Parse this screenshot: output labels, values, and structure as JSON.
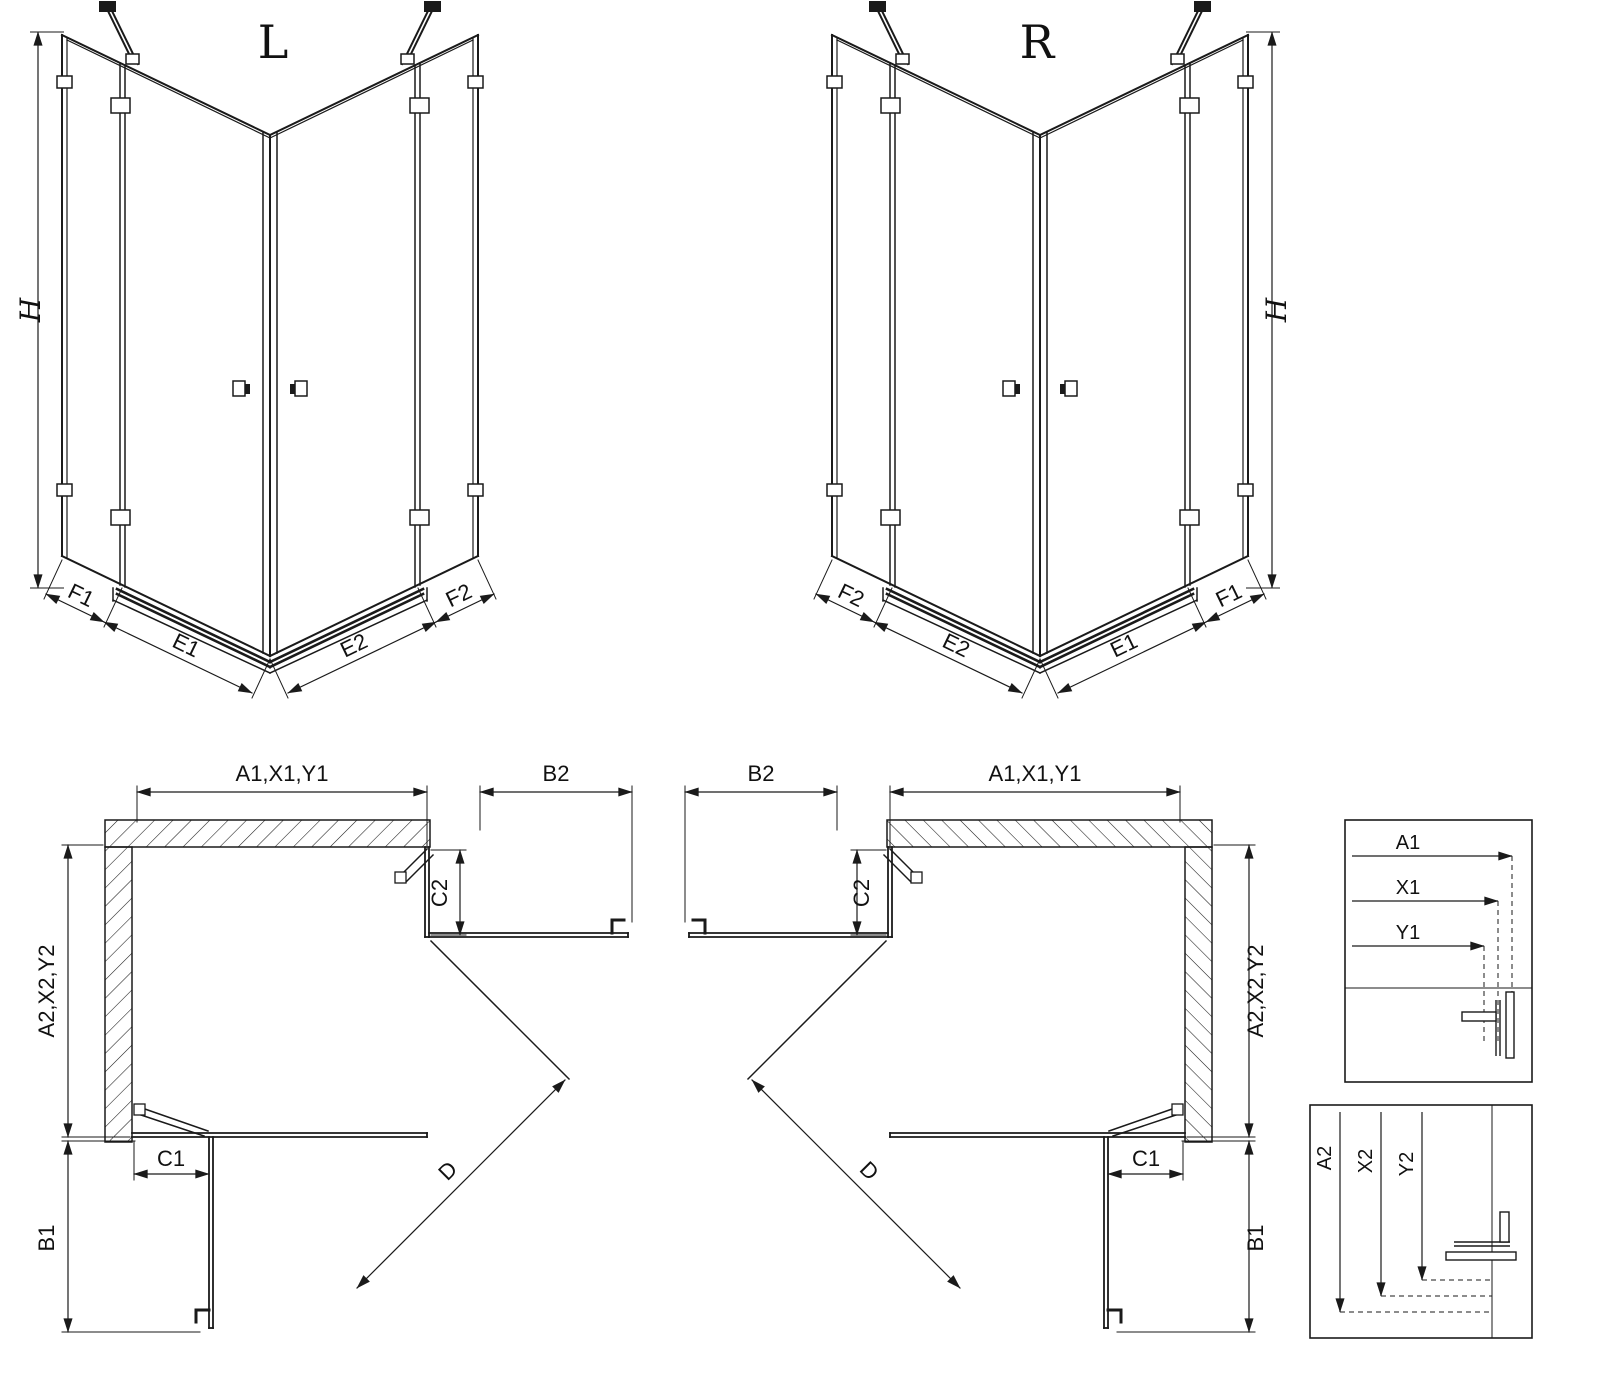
{
  "perspective_left": {
    "title": "L",
    "height": "H",
    "panel_fixed_left": "F1",
    "panel_door_left": "E1",
    "panel_door_right": "E2",
    "panel_fixed_right": "F2"
  },
  "perspective_right": {
    "title": "R",
    "height": "H",
    "panel_fixed_left": "F2",
    "panel_door_left": "E2",
    "panel_door_right": "E1",
    "panel_fixed_right": "F1"
  },
  "plan_left": {
    "width": "A1,X1,Y1",
    "door_swing_width": "B2",
    "fixed_segment_top": "C2",
    "depth": "A2,X2,Y2",
    "fixed_segment_bottom": "C1",
    "door_swing_depth": "B1",
    "entry_diagonal": "D"
  },
  "plan_right": {
    "width": "A1,X1,Y1",
    "door_swing_width": "B2",
    "fixed_segment_top": "C2",
    "depth": "A2,X2,Y2",
    "fixed_segment_bottom": "C1",
    "door_swing_depth": "B1",
    "entry_diagonal": "D"
  },
  "detail_width": {
    "labels": [
      "A1",
      "X1",
      "Y1"
    ]
  },
  "detail_depth": {
    "labels": [
      "A2",
      "X2",
      "Y2"
    ]
  }
}
